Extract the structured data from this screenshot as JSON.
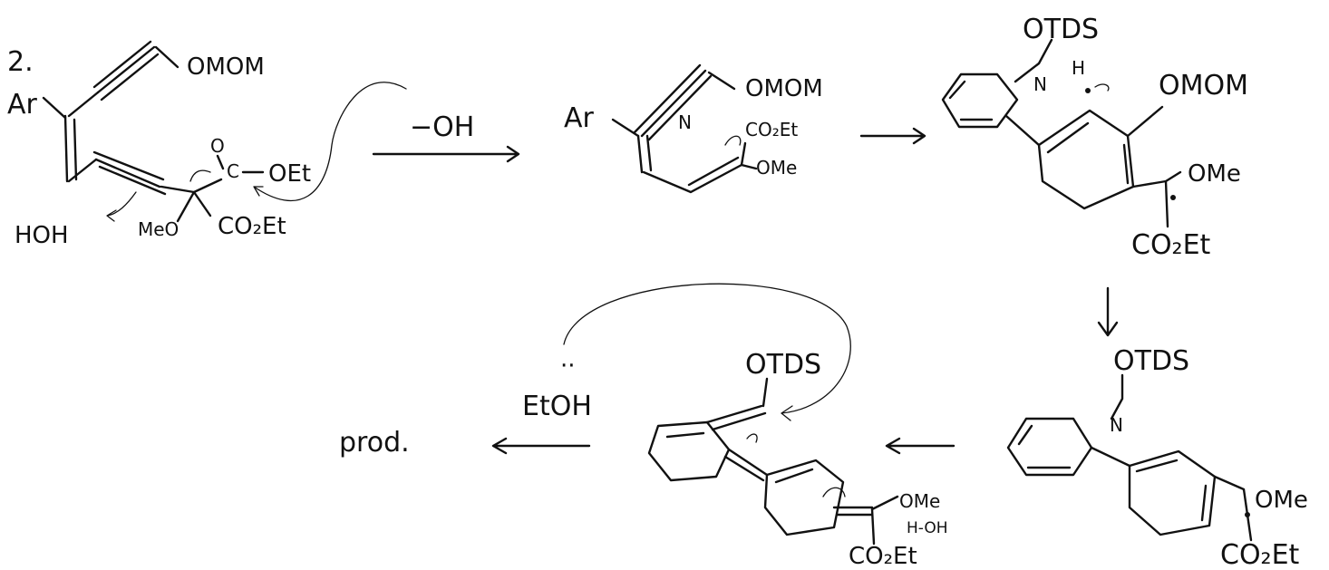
{
  "step_number": "2.",
  "reagent": "−OH",
  "solvent": "EtOH",
  "product": "prod.",
  "labels": {
    "omom": "OMOM",
    "ar": "Ar",
    "ester_oet": "OEt",
    "co2et": "CO₂Et",
    "meo": "MeO",
    "ome": "OMe",
    "otds": "OTDS",
    "water": "H-OH",
    "h": "H",
    "n": "N",
    "hoh": "HOH"
  }
}
